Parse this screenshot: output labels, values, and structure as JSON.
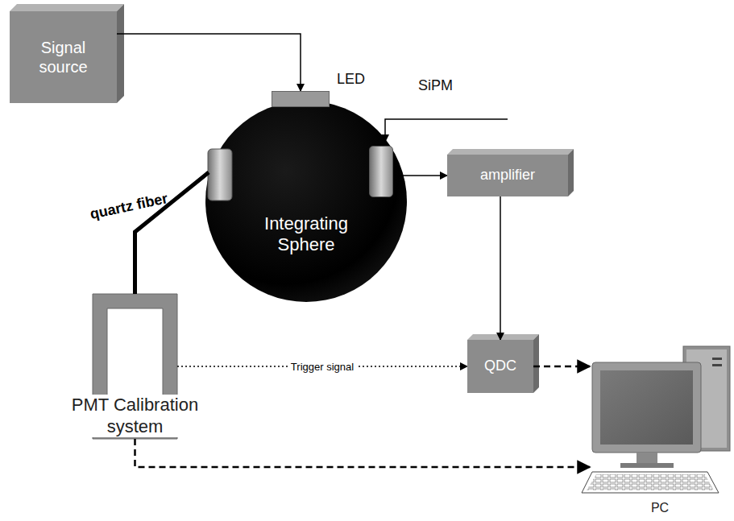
{
  "diagram": {
    "nodes": [
      {
        "text": [
          "Signal source"
        ]
      },
      {
        "text": [
          "LED"
        ]
      },
      {
        "text": [
          "Integrating Sphere"
        ]
      },
      {
        "text": [
          "SiPM"
        ]
      },
      {
        "text": [
          "amplifier"
        ]
      },
      {
        "text": [
          "QDC"
        ]
      },
      {
        "text": [
          "PMT Calibration system"
        ]
      },
      {
        "text": [
          "PC"
        ]
      }
    ],
    "edges": [
      {
        "from": 0,
        "to": 1,
        "arrow": "to"
      },
      {
        "from": 3,
        "to": 4,
        "arrow": "to"
      },
      {
        "from": 4,
        "to": 5,
        "arrow": "to"
      },
      {
        "from": 6,
        "to": 5,
        "label": "Trigger signal",
        "arrow": "to"
      },
      {
        "from": 5,
        "to": 7,
        "arrow": "to"
      },
      {
        "from": 6,
        "to": 7,
        "arrow": "to"
      },
      {
        "from": 6,
        "to": 2,
        "label": "quartz fiber",
        "arrow": "none"
      }
    ]
  }
}
